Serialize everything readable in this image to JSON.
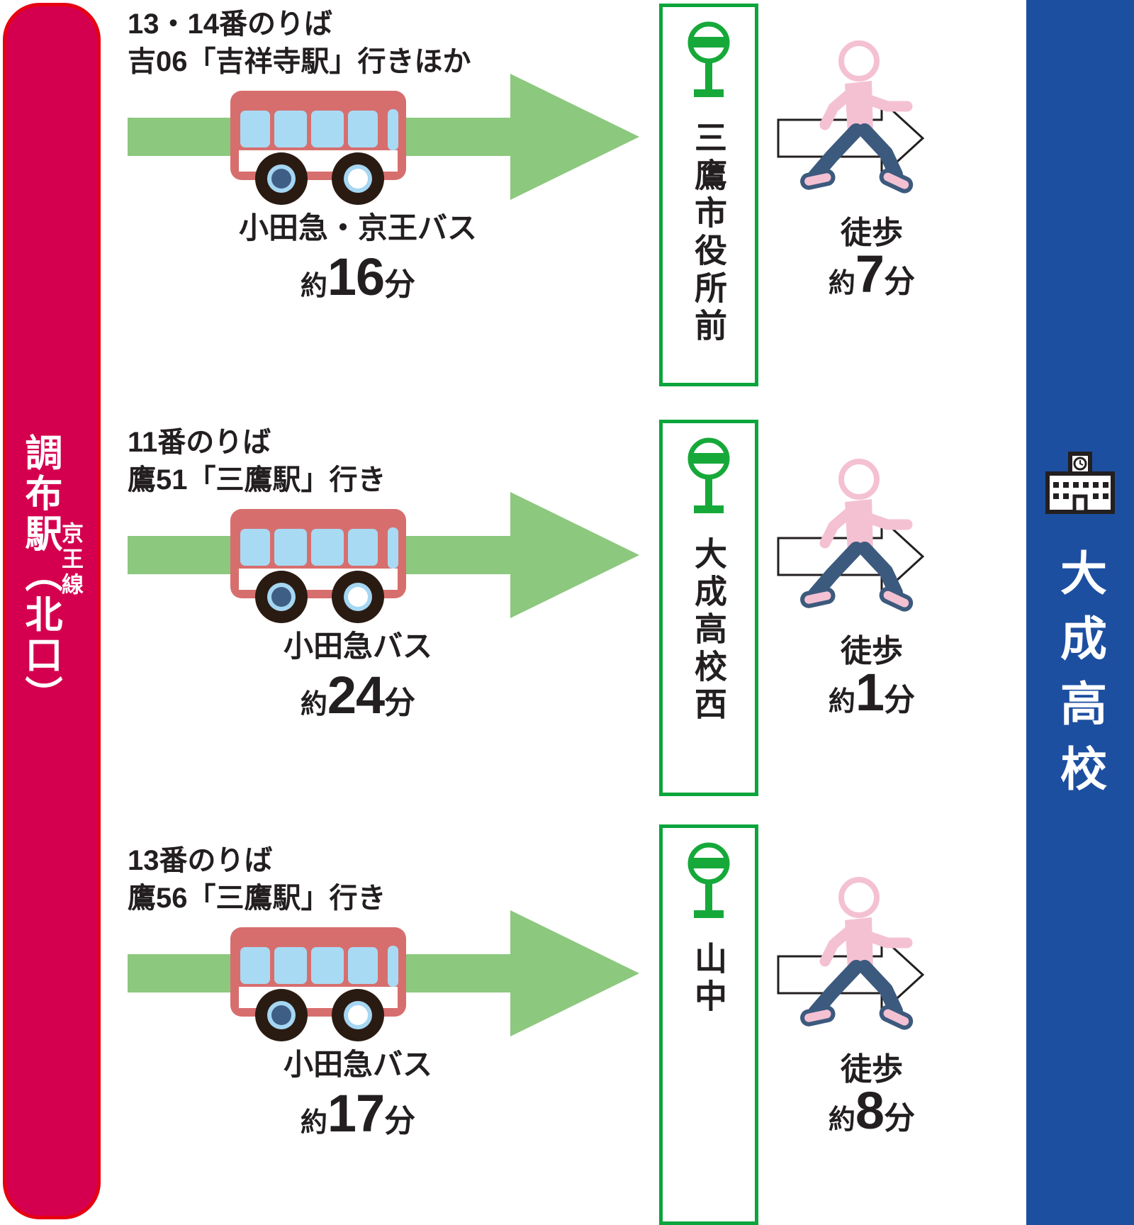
{
  "origin": {
    "line": "京王線",
    "station": "調布駅（北口）"
  },
  "destination": {
    "name": "大成高校"
  },
  "routes": [
    {
      "platform": "13・14番のりば",
      "route_label": "吉06「吉祥寺駅」行きほか",
      "bus_company": "小田急・京王バス",
      "bus_time": {
        "prefix": "約",
        "value": "16",
        "unit": "分"
      },
      "bus_stop": "三鷹市役所前",
      "walk": {
        "label": "徒歩",
        "prefix": "約",
        "value": "7",
        "unit": "分"
      }
    },
    {
      "platform": "11番のりば",
      "route_label": "鷹51「三鷹駅」行き",
      "bus_company": "小田急バス",
      "bus_time": {
        "prefix": "約",
        "value": "24",
        "unit": "分"
      },
      "bus_stop": "大成高校西",
      "walk": {
        "label": "徒歩",
        "prefix": "約",
        "value": "1",
        "unit": "分"
      }
    },
    {
      "platform": "13番のりば",
      "route_label": "鷹56「三鷹駅」行き",
      "bus_company": "小田急バス",
      "bus_time": {
        "prefix": "約",
        "value": "17",
        "unit": "分"
      },
      "bus_stop": "山中",
      "walk": {
        "label": "徒歩",
        "prefix": "約",
        "value": "8",
        "unit": "分"
      }
    }
  ],
  "colors": {
    "origin_bar": "#d4004f",
    "origin_bar_border": "#e60012",
    "destination_bar": "#1d4fa0",
    "route_arrow_green": "#8cc87e",
    "stop_box_green": "#0aa53c",
    "stop_sign_green": "#16a93a",
    "bus_body_red": "#d76e6e",
    "bus_window_blue": "#a8daf3",
    "walker_pink": "#f4c1d3",
    "walker_navy": "#3c5a7d",
    "text": "#231f20"
  },
  "icons": {
    "school": "school-icon",
    "bus": "bus-icon",
    "bus_stop_sign": "bus-stop-sign-icon",
    "walking_person": "walking-person-icon"
  }
}
